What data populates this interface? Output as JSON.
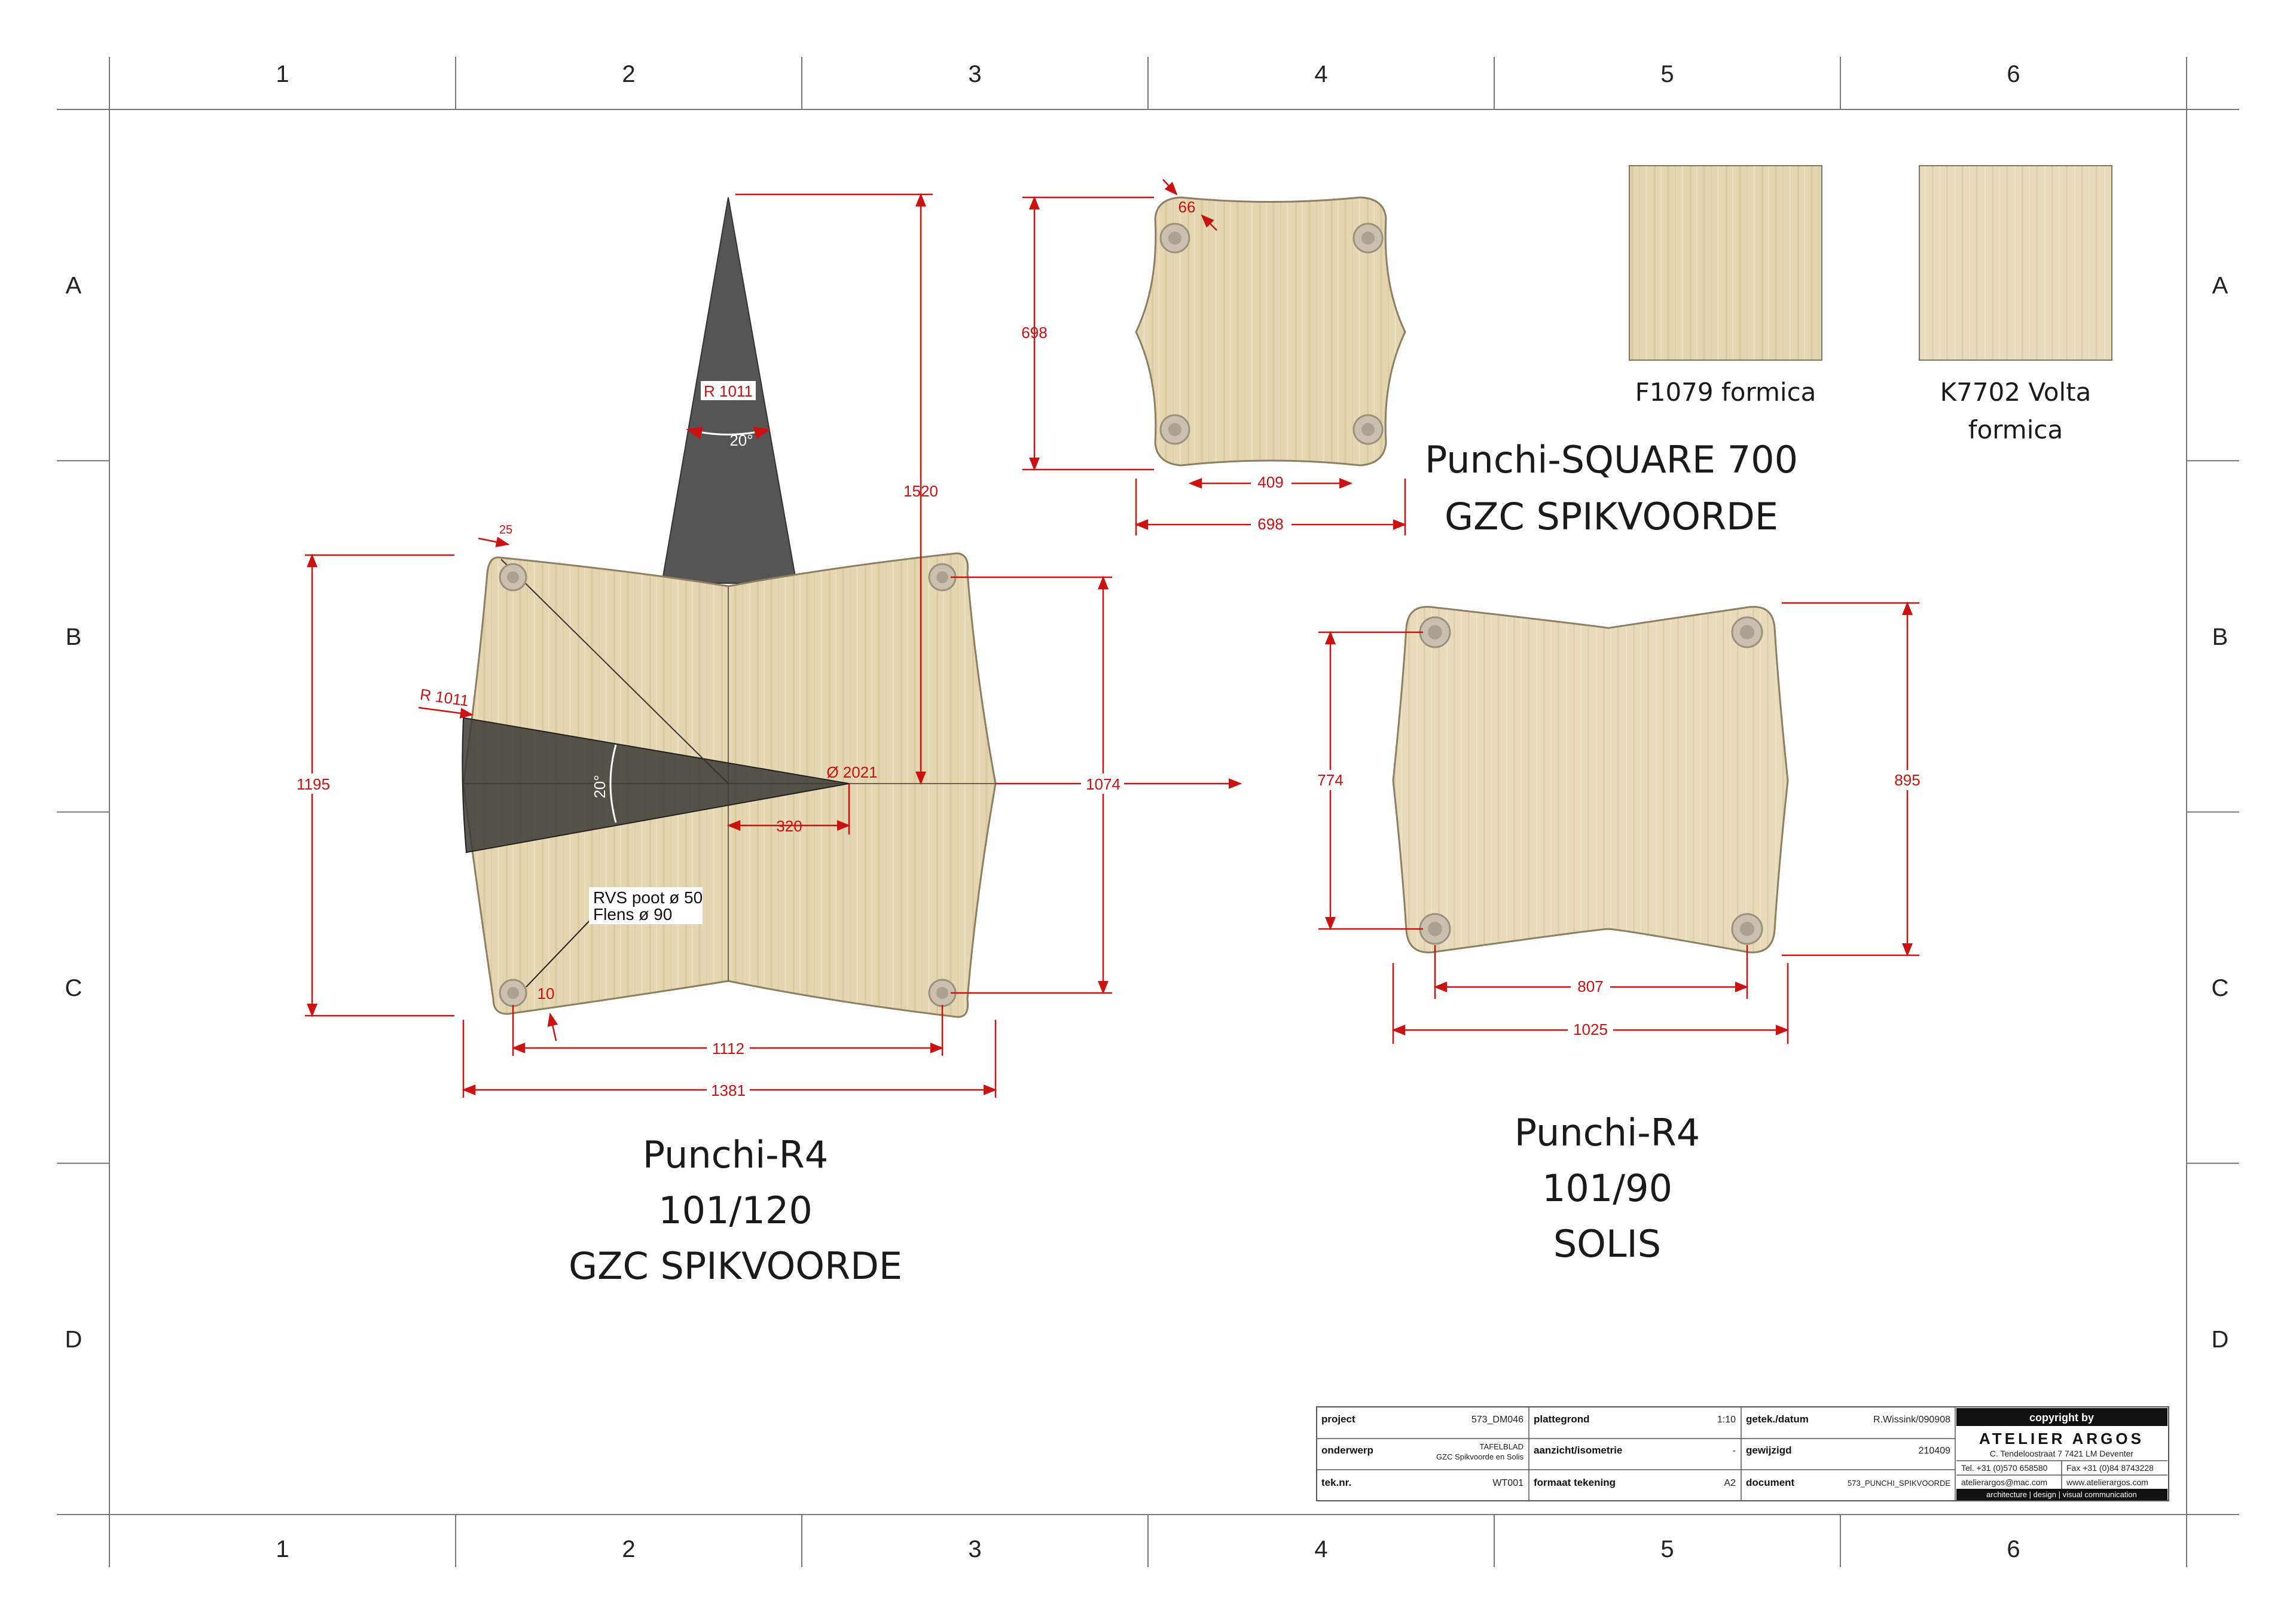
{
  "grid": {
    "columns": [
      "1",
      "2",
      "3",
      "4",
      "5",
      "6"
    ],
    "rows": [
      "A",
      "B",
      "C",
      "D"
    ]
  },
  "colors": {
    "wood": "#e3d4ae",
    "wood_dark": "#d2c094",
    "dimension": "#cc1111",
    "angle_fill": "#4b4b4b",
    "frame": "#777777"
  },
  "square_table": {
    "title_line1": "Punchi-SQUARE 700",
    "title_line2": "GZC SPIKVOORDE",
    "dim_width": "698",
    "dim_height": "698",
    "dim_inner": "409",
    "dim_corner": "66"
  },
  "swatches": [
    {
      "label": "F1079 formica"
    },
    {
      "label": "K7702 Volta",
      "label2": "formica"
    }
  ],
  "r4_120": {
    "title_line1": "Punchi-R4",
    "title_line2": "101/120",
    "title_line3": "GZC SPIKVOORDE",
    "dim_1520": "1520",
    "dim_1195": "1195",
    "dim_1074": "1074",
    "dim_1112": "1112",
    "dim_1381": "1381",
    "dim_320": "320",
    "dim_25": "25",
    "dim_10": "10",
    "radius_top": "R 1011",
    "radius_left": "R 1011",
    "angle_top": "20°",
    "angle_left": "20°",
    "diameter": "Ø 2021",
    "note_line1": "RVS poot ø 50",
    "note_line2": "Flens ø 90"
  },
  "r4_90": {
    "title_line1": "Punchi-R4",
    "title_line2": "101/90",
    "title_line3": "SOLIS",
    "dim_774": "774",
    "dim_895": "895",
    "dim_807": "807",
    "dim_1025": "1025"
  },
  "title_block": {
    "project_label": "project",
    "project_value": "573_DM046",
    "plattegrond_label": "plattegrond",
    "plattegrond_value": "1:10",
    "getek_label": "getek./datum",
    "getek_value": "R.Wissink/090908",
    "onderwerp_label": "onderwerp",
    "onderwerp_value1": "TAFELBLAD",
    "onderwerp_value2": "GZC Spikvoorde en Solis",
    "aanzicht_label": "aanzicht/isometrie",
    "aanzicht_value": "-",
    "gewijzigd_label": "gewijzigd",
    "gewijzigd_value": "210409",
    "teknr_label": "tek.nr.",
    "teknr_value": "WT001",
    "formaat_label": "formaat tekening",
    "formaat_value": "A2",
    "document_label": "document",
    "document_value": "573_PUNCHI_SPIKVOORDE",
    "copyright_label": "copyright by",
    "company": "ATELIER ARGOS",
    "address": "C. Tendeloostraat 7   7421 LM   Deventer",
    "tel": "Tel. +31 (0)570 658580",
    "fax": "Fax +31 (0)84 8743228",
    "email": "atelierargos@mac.com",
    "web": "www.atelierargos.com",
    "tagline": "architecture  |  design  |  visual communication"
  }
}
